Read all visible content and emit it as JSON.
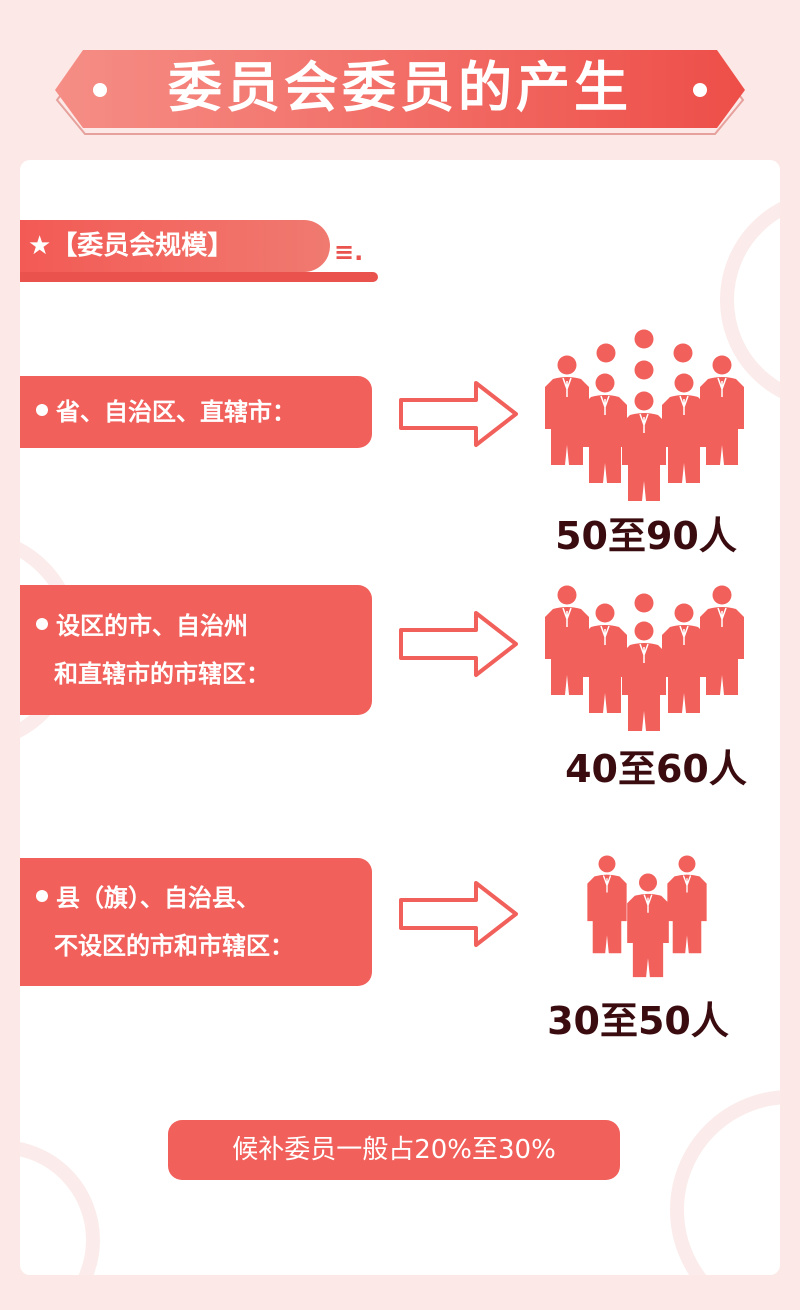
{
  "title": "委员会委员的产生",
  "section": {
    "label": "★【委员会规模】"
  },
  "rows": [
    {
      "lines": [
        "省、自治区、直辖市："
      ],
      "count": "50至90人"
    },
    {
      "lines": [
        "设区的市、自治州",
        "和直辖市的市辖区："
      ],
      "count": "40至60人"
    },
    {
      "lines": [
        "县（旗）、自治县、",
        "不设区的市和市辖区："
      ],
      "count": "30至50人"
    }
  ],
  "note": "候补委员一般占20%至30%",
  "colors": {
    "accent": "#f1605b",
    "background": "#fce9e7",
    "count_text": "#3a0c10"
  }
}
